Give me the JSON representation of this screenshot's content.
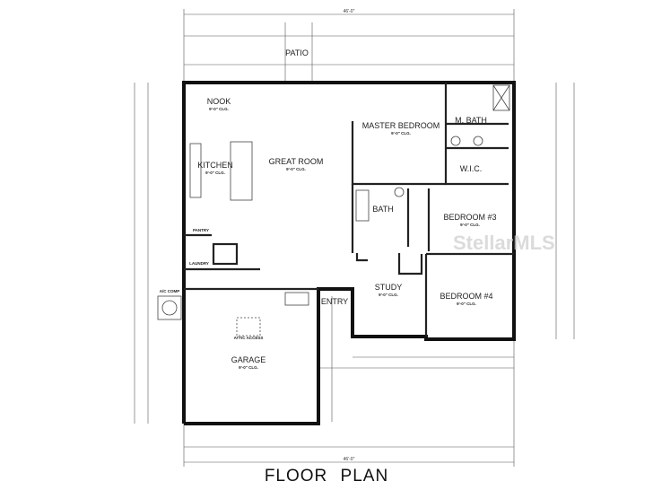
{
  "title": "FLOOR PLAN",
  "watermark": "StellarMLS",
  "overall_dimension": "46'-0\"",
  "ceiling_note": "9'-0\" CLG.",
  "rooms": {
    "patio": "PATIO",
    "nook": "NOOK",
    "kitchen": "KITCHEN",
    "great_room": "GREAT ROOM",
    "master_bedroom": "MASTER BEDROOM",
    "master_bath": "M. BATH",
    "wic": "W.I.C.",
    "bath": "BATH",
    "bedroom3": "BEDROOM #3",
    "bedroom4": "BEDROOM #4",
    "study": "STUDY",
    "entry": "ENTRY",
    "laundry": "LAUNDRY",
    "pantry": "PANTRY",
    "garage": "GARAGE",
    "attic": "ATTIC ACCESS",
    "ac": "A/C COMP"
  }
}
